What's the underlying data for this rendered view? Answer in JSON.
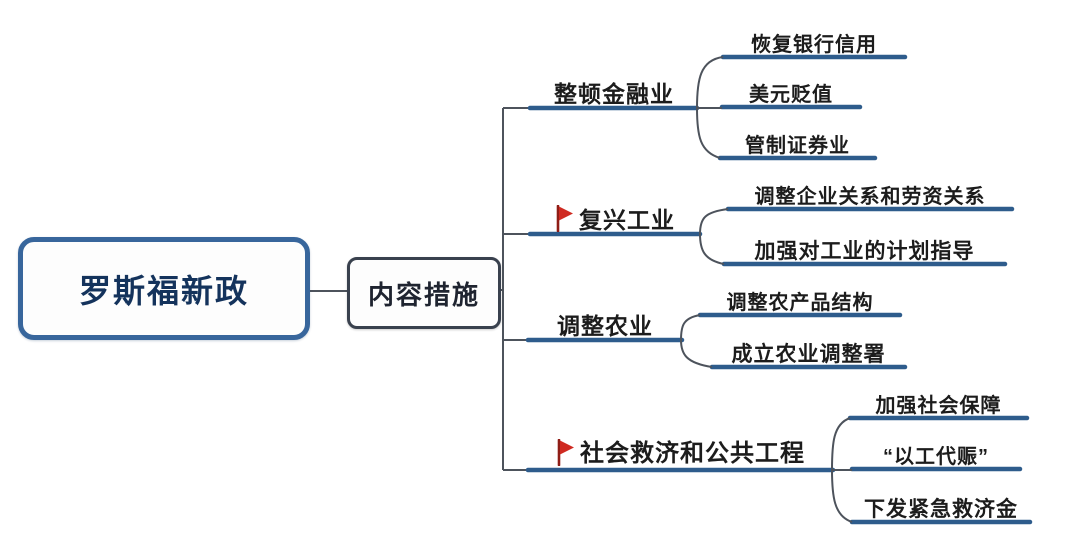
{
  "title": "罗斯福新政内容措施思维导图",
  "root": {
    "label": "罗斯福新政"
  },
  "hub": {
    "label": "内容措施"
  },
  "branches": [
    {
      "label": "整顿金融业",
      "flag": false,
      "children": [
        "恢复银行信用",
        "美元贬值",
        "管制证券业"
      ]
    },
    {
      "label": "复兴工业",
      "flag": true,
      "children": [
        "调整企业关系和劳资关系",
        "加强对工业的计划指导"
      ]
    },
    {
      "label": "调整农业",
      "flag": false,
      "children": [
        "调整农产品结构",
        "成立农业调整署"
      ]
    },
    {
      "label": "社会救济和公共工程",
      "flag": true,
      "children": [
        "加强社会保障",
        "“以工代赈”",
        "下发紧急救济金"
      ]
    }
  ],
  "colors": {
    "line_blue": "#2e5c8c",
    "line_dark": "#4d535c",
    "accent_border": "#38669c",
    "root_text": "#14335c",
    "flag_red": "#cf2a21"
  }
}
